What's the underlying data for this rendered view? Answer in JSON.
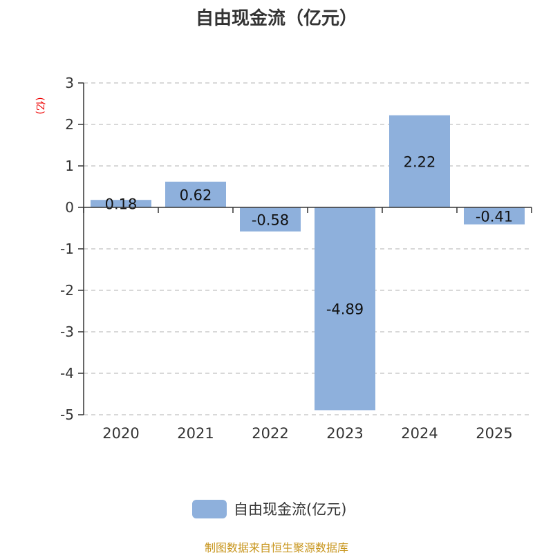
{
  "chart_data": {
    "type": "bar",
    "title": "自由现金流（亿元）",
    "ylabel": "(亿)",
    "categories": [
      "2020",
      "2021",
      "2022",
      "2023",
      "2024",
      "2025"
    ],
    "values": [
      0.18,
      0.62,
      -0.58,
      -4.89,
      2.22,
      -0.41
    ],
    "data_labels": [
      "0.18",
      "0.62",
      "-0.58",
      "-4.89",
      "2.22",
      "-0.41"
    ],
    "ylim": [
      -5,
      3
    ],
    "yticks": [
      3,
      2,
      1,
      0,
      -1,
      -2,
      -3,
      -4,
      -5
    ],
    "grid": true,
    "legend": {
      "position": "bottom",
      "entries": [
        "自由现金流(亿元)"
      ]
    },
    "bar_color": "#8eb0dc"
  },
  "source": "制图数据来自恒生聚源数据库"
}
